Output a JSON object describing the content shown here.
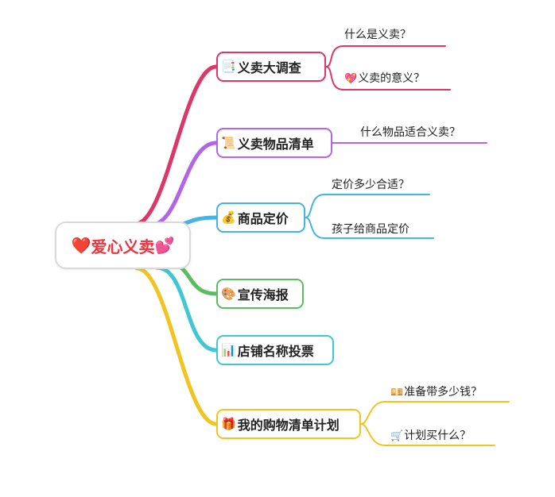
{
  "root": {
    "label": "爱心义卖",
    "icon_left": "❤️",
    "icon_right": "💕",
    "color": "#e8353f"
  },
  "branches": [
    {
      "label": "义卖大调查",
      "icon": "📑",
      "color": "#dc3766",
      "children": [
        {
          "label": "什么是义卖？",
          "icon": ""
        },
        {
          "label": "义卖的意义？",
          "icon": "💖"
        }
      ]
    },
    {
      "label": "义卖物品清单",
      "icon": "📜",
      "color": "#b266e6",
      "children": [
        {
          "label": "什么物品适合义卖？",
          "icon": ""
        }
      ]
    },
    {
      "label": "商品定价",
      "icon": "💰",
      "color": "#45b4e4",
      "children": [
        {
          "label": "定价多少合适？",
          "icon": ""
        },
        {
          "label": "孩子给商品定价",
          "icon": ""
        }
      ]
    },
    {
      "label": "宣传海报",
      "icon": "🎨",
      "color": "#5abd63",
      "children": []
    },
    {
      "label": "店铺名称投票",
      "icon": "📊",
      "color": "#40c7d3",
      "children": []
    },
    {
      "label": "我的购物清单计划",
      "icon": "🎁",
      "color": "#f1c41f",
      "children": [
        {
          "label": "准备带多少钱？",
          "icon": "💴"
        },
        {
          "label": "计划买什么？",
          "icon": "🛒"
        }
      ]
    }
  ]
}
